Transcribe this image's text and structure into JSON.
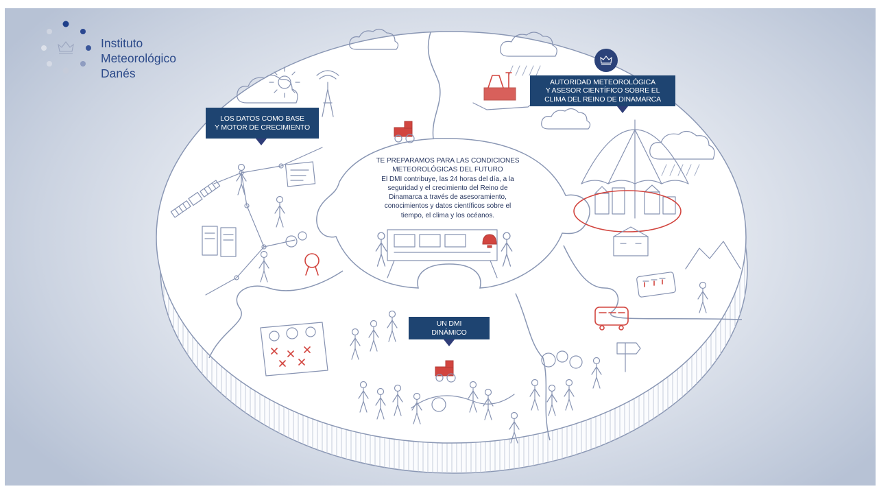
{
  "logo": {
    "name_lines": [
      "Instituto",
      "Meteorológico",
      "Danés"
    ],
    "icon": "crown-dots-emblem"
  },
  "labels": {
    "data_growth": {
      "lines": [
        "LOS DATOS COMO BASE",
        "Y MOTOR DE CRECIMIENTO"
      ]
    },
    "authority": {
      "lines": [
        "AUTORIDAD METEOROLÓGICA",
        "Y ASESOR CIENTÍFICO SOBRE EL",
        "CLIMA DEL REINO DE DINAMARCA"
      ]
    },
    "dynamic": {
      "lines": [
        "UN DMI",
        "DINÁMICO"
      ]
    }
  },
  "center": {
    "heading": [
      "TE PREPARAMOS PARA LAS CONDICIONES",
      "METEOROLÓGICAS DEL FUTURO"
    ],
    "body": [
      "El DMI contribuye, las 24 horas del día, a la",
      "seguridad y el crecimiento del Reino de",
      "Dinamarca a través de asesoramiento,",
      "conocimientos y datos científicos sobre el",
      "tiempo, el clima y los océanos."
    ]
  },
  "badge": {
    "icon": "crown-icon"
  },
  "colors": {
    "label_background": "#1e4471",
    "label_pointer": "#2f3d78",
    "logo_text": "#2c4a8a",
    "center_text": "#27365f",
    "accent_red": "#d2453f",
    "sketch_line": "#8793b2",
    "page_background": "#c8d1e1"
  },
  "illustration_icons": [
    "sun-icon",
    "cloud-icon",
    "satellite-icon",
    "server-icon",
    "tractor-icon",
    "umbrella-icon",
    "train-icon",
    "signpost-icon",
    "control-desk-icon",
    "award-icon",
    "whiteboard-icon",
    "person-figure"
  ]
}
